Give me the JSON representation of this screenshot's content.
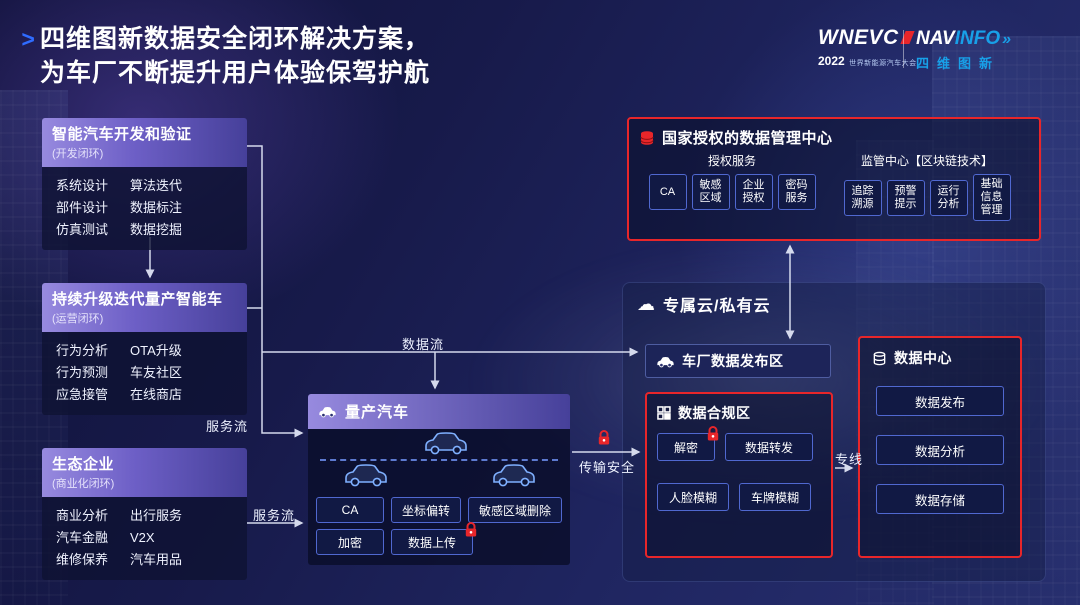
{
  "title": {
    "marker": ">",
    "line1": "四维图新数据安全闭环解决方案，",
    "line2": "为车厂不断提升用户体验保驾护航"
  },
  "logos": {
    "wnevc": {
      "wordmark": "WNEVC",
      "year": "2022",
      "event": "世界新能源汽车大会"
    },
    "navinfo": {
      "word_left": "NAV",
      "word_right": "INFO",
      "chevrons": "»",
      "cn": "四维图新"
    }
  },
  "left_panels": [
    {
      "title": "智能汽车开发和验证",
      "subtitle": "(开发闭环)",
      "rows": [
        [
          "系统设计",
          "算法迭代"
        ],
        [
          "部件设计",
          "数据标注"
        ],
        [
          "仿真测试",
          "数据挖掘"
        ]
      ]
    },
    {
      "title": "持续升级迭代量产智能车",
      "subtitle": "(运营闭环)",
      "rows": [
        [
          "行为分析",
          "OTA升级"
        ],
        [
          "行为预测",
          "车友社区"
        ],
        [
          "应急接管",
          "在线商店"
        ]
      ]
    },
    {
      "title": "生态企业",
      "subtitle": "(商业化闭环)",
      "rows": [
        [
          "商业分析",
          "出行服务"
        ],
        [
          "汽车金融",
          "V2X"
        ],
        [
          "维修保养",
          "汽车用品"
        ]
      ]
    }
  ],
  "production_car": {
    "title": "量产汽车",
    "row1": [
      "CA",
      "坐标偏转",
      "敏感区域删除"
    ],
    "row2": [
      "加密",
      "数据上传"
    ]
  },
  "authority": {
    "title": "国家授权的数据管理中心",
    "sections": [
      {
        "label": "授权服务",
        "buttons": [
          "CA",
          "敏感区域",
          "企业授权",
          "密码服务"
        ]
      },
      {
        "label": "监管中心【区块链技术】",
        "buttons": [
          "追踪溯源",
          "预警提示",
          "运行分析",
          "基础信息管理"
        ]
      }
    ]
  },
  "cloud_panel": {
    "title": "专属云/私有云",
    "glyph": "☁"
  },
  "publish_zone": {
    "title": "车厂数据发布区"
  },
  "compliance_zone": {
    "title": "数据合规区",
    "buttons": [
      "解密",
      "数据转发",
      "人脸模糊",
      "车牌模糊"
    ]
  },
  "data_center": {
    "title": "数据中心",
    "buttons": [
      "数据发布",
      "数据分析",
      "数据存储"
    ]
  },
  "flows": {
    "data_flow": "数据流",
    "service_flow_top": "服务流",
    "service_flow_bottom": "服务流",
    "transport_security": "传输安全",
    "dedicated_line": "专线"
  },
  "colors": {
    "accent_red": "#e8262a",
    "title_blue": "#2f6cff",
    "navinfo_blue": "#18a0e8"
  }
}
